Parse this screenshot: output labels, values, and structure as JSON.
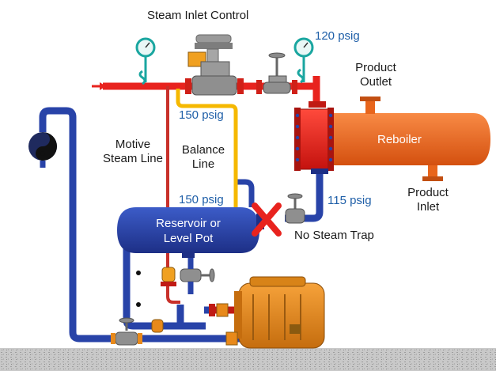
{
  "labels": {
    "steam_inlet_control": "Steam Inlet Control",
    "motive_steam_line": [
      "Motive",
      "Steam Line"
    ],
    "balance_line": [
      "Balance",
      "Line"
    ],
    "product_outlet": [
      "Product",
      "Outlet"
    ],
    "product_inlet": [
      "Product",
      "Inlet"
    ],
    "reboiler": "Reboiler",
    "reservoir": [
      "Reservoir or",
      "Level Pot"
    ],
    "no_steam_trap": "No Steam Trap"
  },
  "pressures": {
    "inlet": "120 psig",
    "balance_top": "150 psig",
    "reservoir_top": "150 psig",
    "reboiler_outlet": "115 psig"
  },
  "colors": {
    "steam_red": "#e8231e",
    "condensate_blue": "#2843a8",
    "balance_yellow": "#f5b800",
    "reboiler_orange": "#ee6a1e",
    "pump_orange": "#e8891a",
    "gauge_teal": "#1aa6a0",
    "valve_gray": "#8a8a8a",
    "psig_blue": "#1f5fa8"
  }
}
